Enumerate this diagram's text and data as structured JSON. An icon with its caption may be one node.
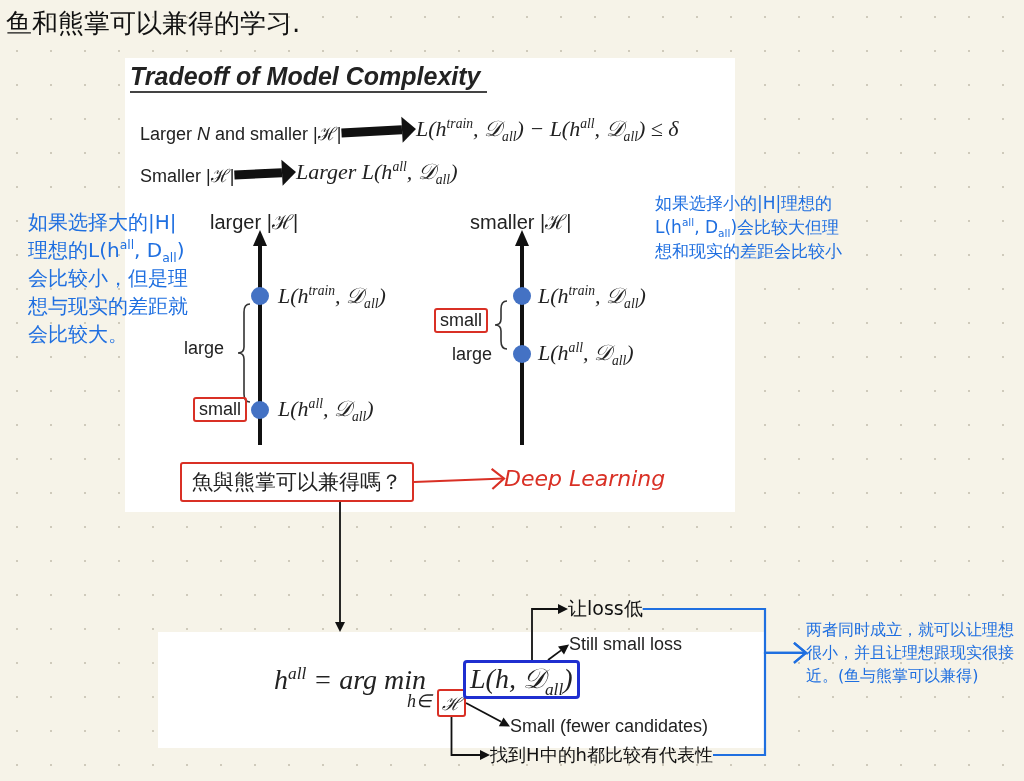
{
  "diagram": {
    "title": "鱼和熊掌可以兼得的学习.",
    "nodes": [
      {
        "text": [
          "Tradeoff of Model Complexity"
        ]
      },
      {
        "text": [
          "Larger *N* and smaller |ℋ|"
        ],
        "in": 0
      },
      {
        "text": [
          "L(h$^{train}$, 𝒟$_{all}$) − L(h$^{all}$, 𝒟$_{all}$) ≤ δ"
        ],
        "in": 0
      },
      {
        "text": [
          "Smaller |ℋ|"
        ],
        "in": 0
      },
      {
        "text": [
          "Larger L(h$^{all}$, 𝒟$_{all}$)"
        ],
        "in": 0
      },
      {
        "text": [
          "L(h$^{train}$, 𝒟$_{all}$)"
        ],
        "in": 0
      },
      {
        "text": [
          "L(h$^{all}$, 𝒟$_{all}$)"
        ],
        "in": 0
      },
      {
        "text": [
          "small"
        ],
        "in": 0
      },
      {
        "text": [
          "L(h$^{train}$, 𝒟$_{all}$)"
        ],
        "in": 0
      },
      {
        "text": [
          "L(h$^{all}$, 𝒟$_{all}$)"
        ],
        "in": 0
      },
      {
        "text": [
          "small"
        ],
        "in": 0
      },
      {
        "text": [
          "魚與熊掌可以兼得嗎？"
        ],
        "in": 0
      },
      {
        "text": [
          "Deep Learning"
        ],
        "in": 0
      },
      {
        "text": [
          "h$^{all}$ = arg min",
          "h∈"
        ]
      },
      {
        "text": [
          "ℋ"
        ],
        "in": 13
      },
      {
        "text": [
          "L(h, 𝒟$_{all}$)"
        ],
        "in": 13
      },
      {
        "text": [
          "Still small loss"
        ],
        "in": 13
      },
      {
        "text": [
          "Small (fewer candidates)"
        ],
        "in": 13
      },
      {
        "text": [
          "让loss低"
        ]
      },
      {
        "text": [
          "找到H中的h都比较有代表性"
        ]
      },
      {
        "text": [
          "两者同时成立，就可以让理想很小，并且让理想跟现实很接近。(鱼与熊掌可以兼得)"
        ]
      }
    ],
    "edges": [
      {
        "from": 1,
        "to": 2,
        "arrow": "to",
        "style": "thick"
      },
      {
        "from": 3,
        "to": 4,
        "arrow": "to",
        "style": "thick"
      },
      {
        "from": 11,
        "to": 12,
        "arrow": "to",
        "color": "#d93025"
      },
      {
        "from": 11,
        "to": 13,
        "arrow": "to"
      },
      {
        "from": 15,
        "to": 16,
        "arrow": "to"
      },
      {
        "from": 14,
        "to": 17,
        "arrow": "to"
      },
      {
        "from": 15,
        "to": 18,
        "arrow": "to"
      },
      {
        "from": 14,
        "to": 19,
        "arrow": "to"
      },
      {
        "from": 18,
        "to": 20,
        "arrow": "to",
        "color": "#1f6fe0"
      },
      {
        "from": 19,
        "to": 20,
        "arrow": "to",
        "color": "#1f6fe0"
      }
    ],
    "labels": [
      "如果选择大的|H|理想的L(h$^{all}$, D$_{all}$)会比较小，但是理想与现实的差距就会比较大。",
      "larger |ℋ|",
      "smaller |ℋ|",
      "如果选择小的|H|理想的L(h$^{all}$, D$_{all}$)会比较大但理想和现实的差距会比较小",
      "large",
      "large"
    ]
  }
}
